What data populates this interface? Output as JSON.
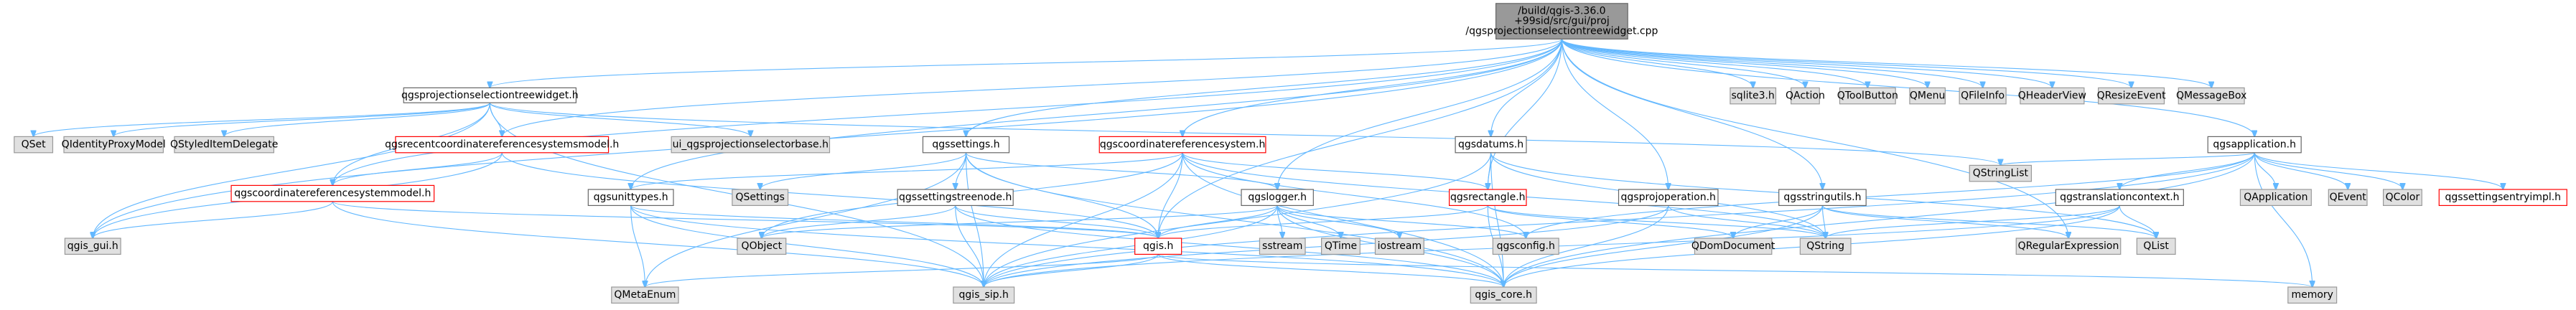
{
  "colors": {
    "root_fill": "#999999",
    "root_border": "#666666",
    "doc_fill": "#ffffff",
    "doc_border": "#666666",
    "truncated_fill": "#ffffff",
    "truncated_border": "#ff0000",
    "external_fill": "#e0e0e0",
    "external_border": "#999999",
    "edge": "#63B8FF"
  },
  "nodes": {
    "root": {
      "lines": [
        "/build/qgis-3.36.0",
        "+99sid/src/gui/proj",
        "/qgsprojectionselectiontreewidget.cpp"
      ],
      "style": "root"
    },
    "qgsprojsel_h": {
      "lines": [
        "qgsprojectionselectiontreewidget.h"
      ],
      "style": "doc"
    },
    "qset": {
      "lines": [
        "QSet"
      ],
      "style": "external"
    },
    "qidentity": {
      "lines": [
        "QIdentityProxyModel"
      ],
      "style": "external"
    },
    "qstyleditem": {
      "lines": [
        "QStyledItemDelegate"
      ],
      "style": "external"
    },
    "recentcrs_h": {
      "lines": [
        "qgsrecentcoordinatereferencesystemsmodel.h"
      ],
      "style": "truncated"
    },
    "ui_projsel": {
      "lines": [
        "ui_qgsprojectionselectorbase.h"
      ],
      "style": "external"
    },
    "qgssettings_h": {
      "lines": [
        "qgssettings.h"
      ],
      "style": "doc"
    },
    "qgscrs_h": {
      "lines": [
        "qgscoordinatereferencesystem.h"
      ],
      "style": "truncated"
    },
    "qgsdatums_h": {
      "lines": [
        "qgsdatums.h"
      ],
      "style": "doc"
    },
    "sqlite3": {
      "lines": [
        "sqlite3.h"
      ],
      "style": "external"
    },
    "qaction": {
      "lines": [
        "QAction"
      ],
      "style": "external"
    },
    "qtoolbutton": {
      "lines": [
        "QToolButton"
      ],
      "style": "external"
    },
    "qmenu": {
      "lines": [
        "QMenu"
      ],
      "style": "external"
    },
    "qfileinfo": {
      "lines": [
        "QFileInfo"
      ],
      "style": "external"
    },
    "qheaderview": {
      "lines": [
        "QHeaderView"
      ],
      "style": "external"
    },
    "qresizeevent": {
      "lines": [
        "QResizeEvent"
      ],
      "style": "external"
    },
    "qmessagebox": {
      "lines": [
        "QMessageBox"
      ],
      "style": "external"
    },
    "qgsapplication_h": {
      "lines": [
        "qgsapplication.h"
      ],
      "style": "doc"
    },
    "crsmodel_h": {
      "lines": [
        "qgscoordinatereferencesystemmodel.h"
      ],
      "style": "truncated"
    },
    "qgsunittypes_h": {
      "lines": [
        "qgsunittypes.h"
      ],
      "style": "doc"
    },
    "qsettings": {
      "lines": [
        "QSettings"
      ],
      "style": "external"
    },
    "settingstreenode_h": {
      "lines": [
        "qgssettingstreenode.h"
      ],
      "style": "doc"
    },
    "qgslogger_h": {
      "lines": [
        "qgslogger.h"
      ],
      "style": "doc"
    },
    "qgsrectangle_h": {
      "lines": [
        "qgsrectangle.h"
      ],
      "style": "truncated"
    },
    "qgsprojoperation_h": {
      "lines": [
        "qgsprojoperation.h"
      ],
      "style": "doc"
    },
    "qgsstringutils_h": {
      "lines": [
        "qgsstringutils.h"
      ],
      "style": "doc"
    },
    "qstringlist": {
      "lines": [
        "QStringList"
      ],
      "style": "external"
    },
    "qgstranslation_h": {
      "lines": [
        "qgstranslationcontext.h"
      ],
      "style": "doc"
    },
    "qapplication": {
      "lines": [
        "QApplication"
      ],
      "style": "external"
    },
    "qevent": {
      "lines": [
        "QEvent"
      ],
      "style": "external"
    },
    "qcolor": {
      "lines": [
        "QColor"
      ],
      "style": "external"
    },
    "settingsentryimpl_h": {
      "lines": [
        "qgssettingsentryimpl.h"
      ],
      "style": "truncated"
    },
    "qgis_gui": {
      "lines": [
        "qgis_gui.h"
      ],
      "style": "external"
    },
    "qobject": {
      "lines": [
        "QObject"
      ],
      "style": "external"
    },
    "qgis_h": {
      "lines": [
        "qgis.h"
      ],
      "style": "truncated"
    },
    "sstream": {
      "lines": [
        "sstream"
      ],
      "style": "external"
    },
    "qtime": {
      "lines": [
        "QTime"
      ],
      "style": "external"
    },
    "iostream": {
      "lines": [
        "iostream"
      ],
      "style": "external"
    },
    "qgsconfig": {
      "lines": [
        "qgsconfig.h"
      ],
      "style": "external"
    },
    "qdomdocument": {
      "lines": [
        "QDomDocument"
      ],
      "style": "external"
    },
    "qstring": {
      "lines": [
        "QString"
      ],
      "style": "external"
    },
    "qregexp": {
      "lines": [
        "QRegularExpression"
      ],
      "style": "external"
    },
    "qlist": {
      "lines": [
        "QList"
      ],
      "style": "external"
    },
    "qmetaenum": {
      "lines": [
        "QMetaEnum"
      ],
      "style": "external"
    },
    "qgis_sip": {
      "lines": [
        "qgis_sip.h"
      ],
      "style": "external"
    },
    "qgis_core": {
      "lines": [
        "qgis_core.h"
      ],
      "style": "external"
    },
    "memory": {
      "lines": [
        "memory"
      ],
      "style": "external"
    }
  }
}
